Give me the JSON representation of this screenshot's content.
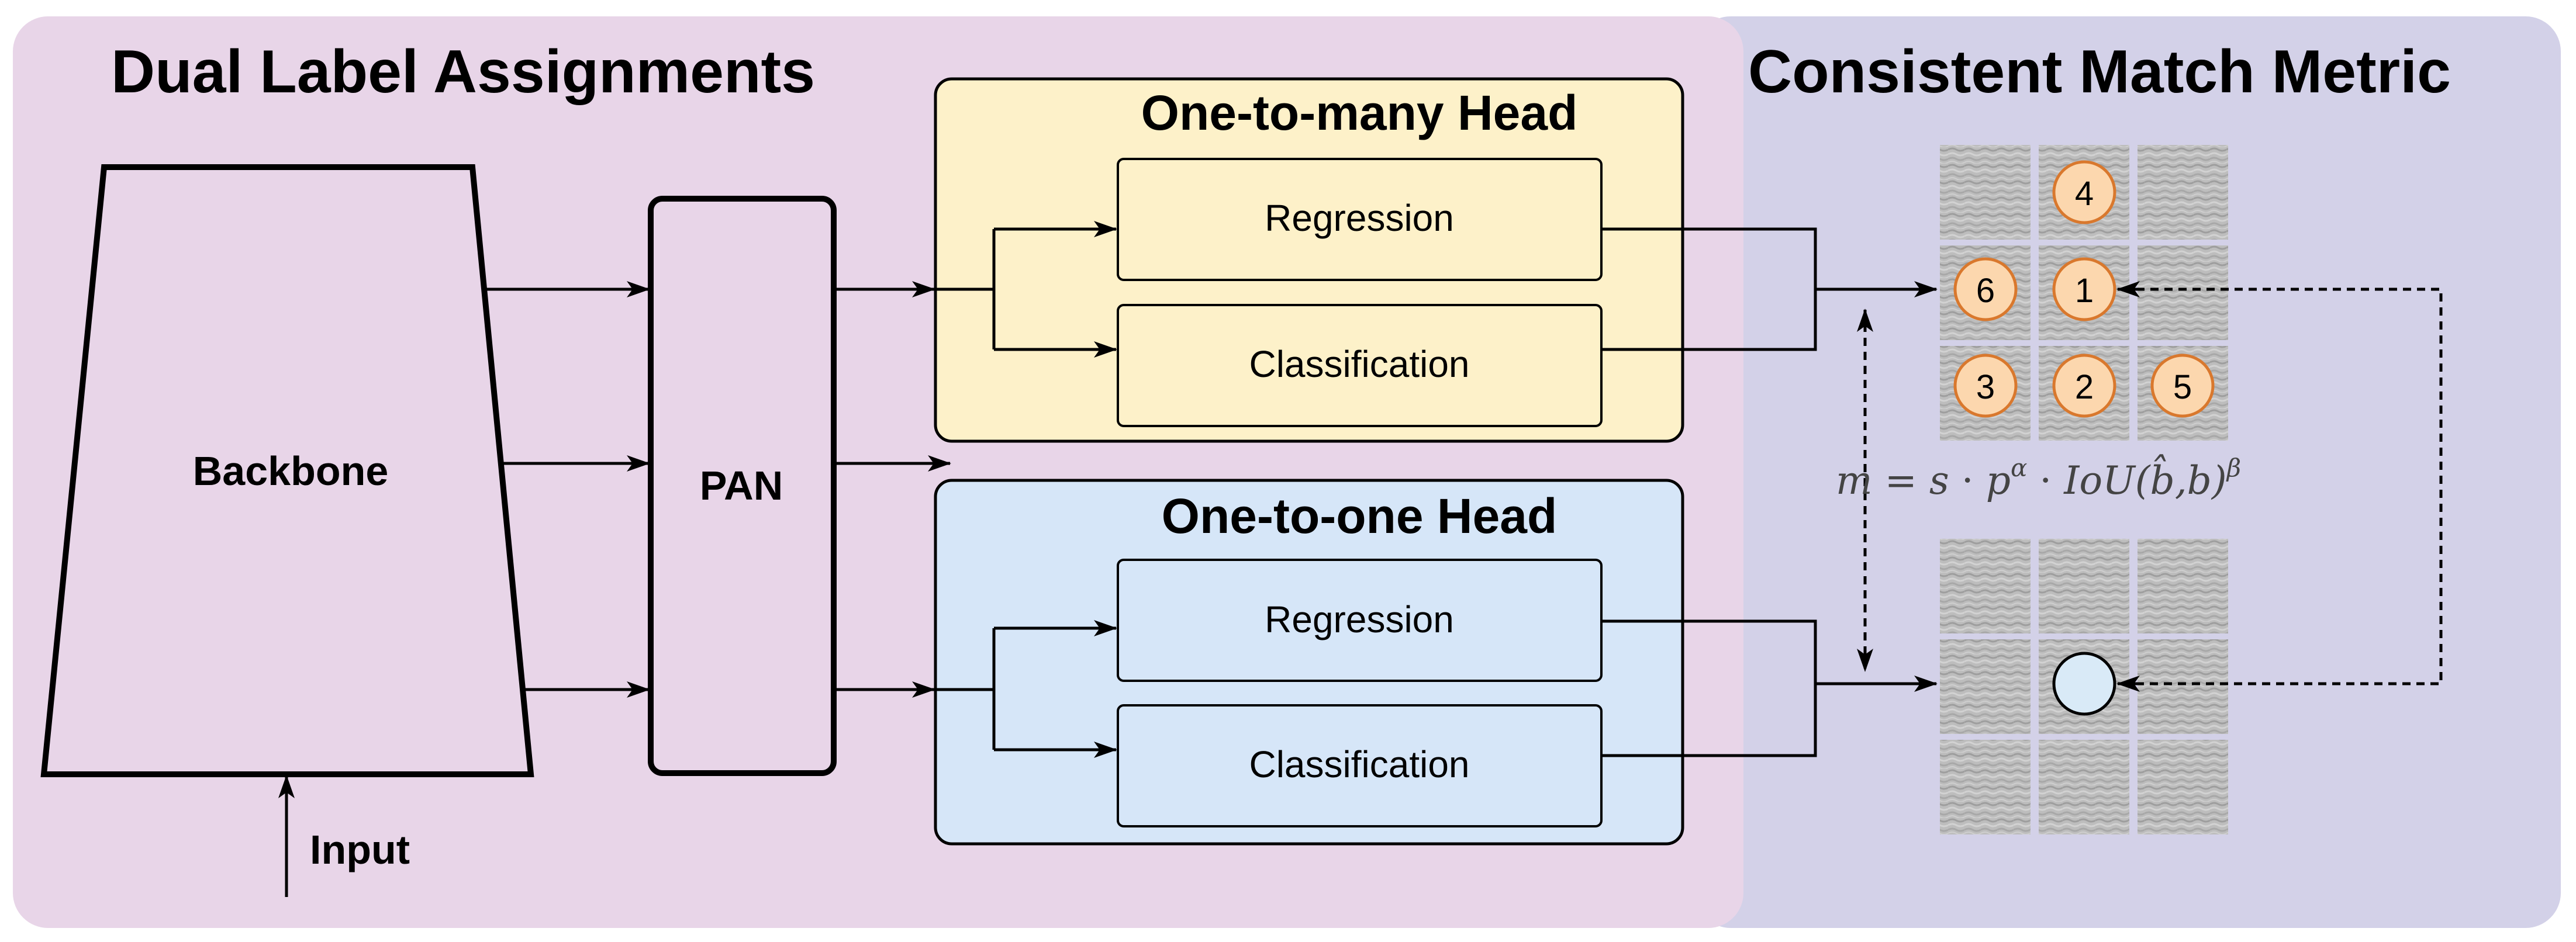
{
  "panels": {
    "left_title": "Dual Label Assignments",
    "right_title": "Consistent Match Metric"
  },
  "blocks": {
    "backbone": "Backbone",
    "pan": "PAN",
    "input": "Input"
  },
  "heads": {
    "one_to_many": {
      "title": "One-to-many Head",
      "regression": "Regression",
      "classification": "Classification"
    },
    "one_to_one": {
      "title": "One-to-one Head",
      "regression": "Regression",
      "classification": "Classification"
    }
  },
  "grid_top": {
    "markers": [
      "4",
      "6",
      "1",
      "3",
      "2",
      "5"
    ]
  },
  "formula": {
    "lhs": "m",
    "equals": " = ",
    "s": "s",
    "dot": " · ",
    "p": "p",
    "alpha": "α",
    "iou": "IoU(",
    "bhat": "b̂",
    "comma_b": ",b)",
    "beta": "β"
  },
  "colors": {
    "left_panel": "#e8d5e8",
    "right_panel": "#d3d1e8",
    "one_to_many": "#fdf1c9",
    "one_to_one": "#d6e6f8",
    "marker_fill": "#fcd7ae",
    "marker_stroke": "#d9782d",
    "match_marker": "#d9eaf7"
  }
}
